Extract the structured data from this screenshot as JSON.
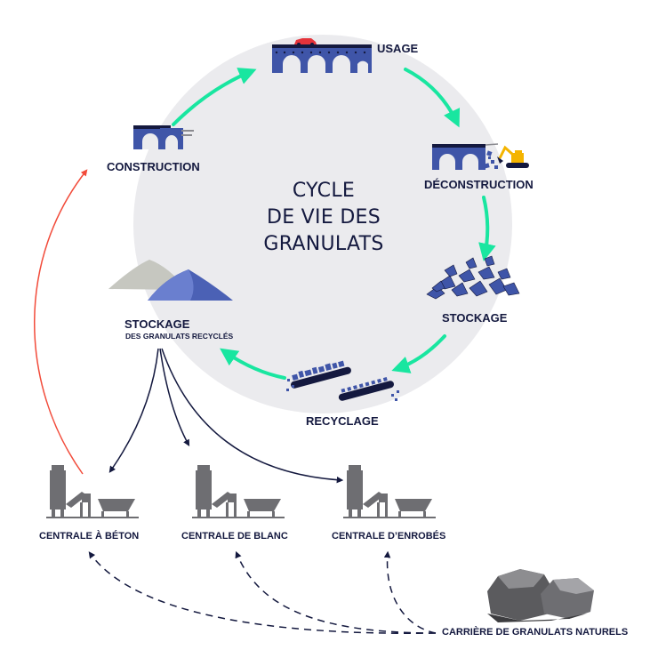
{
  "title": {
    "lines": [
      "CYCLE",
      "DE VIE DES",
      "GRANULATS"
    ]
  },
  "cycle": {
    "usage": "USAGE",
    "deconstruction": "DÉCONSTRUCTION",
    "stockage": "STOCKAGE",
    "recyclage": "RECYCLAGE",
    "construction": "CONSTRUCTION"
  },
  "storage": {
    "label": "STOCKAGE",
    "sublabel": "DES GRANULATS RECYCLÉS"
  },
  "plants": {
    "beton": "CENTRALE À BÉTON",
    "blanc": "CENTRALE DE BLANC",
    "enrobes": "CENTRALE D’ENROBÉS"
  },
  "quarry": "CARRIÈRE DE GRANULATS NATURELS",
  "colors": {
    "navy": "#14193f",
    "bridge_blue": "#3f55a8",
    "cycle_arrow_green": "#19e6a0",
    "return_arrow_red": "#f24b3a",
    "circle_fill": "#ebebee",
    "plant_gray": "#6e6e72",
    "rock_gray": "#7a7a7c"
  },
  "icons": [
    "bridge-icon",
    "bridge-demolition-icon",
    "excavator-icon",
    "car-icon",
    "rubble-pile-icon",
    "conveyor-belt-icon",
    "aggregate-heap-icon",
    "plant-icon",
    "rock-icon"
  ]
}
